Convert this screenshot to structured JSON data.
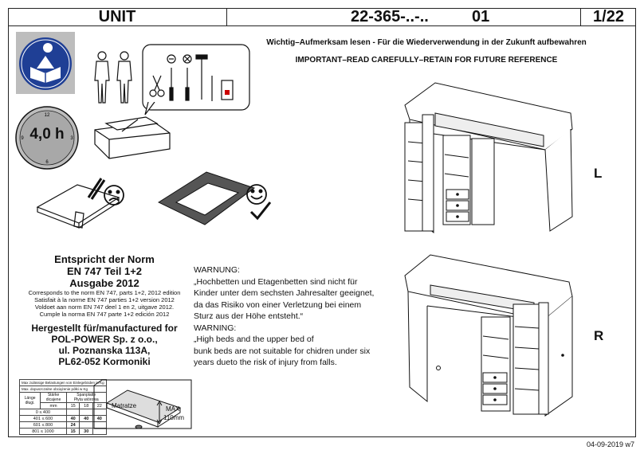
{
  "header": {
    "unit_label": "UNIT",
    "code": "22-365-..-..",
    "code_num": "01",
    "page": "1/22"
  },
  "notice": {
    "de": "Wichtig–Aufmerksam lesen - Für die Wiederverwendung in der Zukunft aufbewahren",
    "en": "IMPORTANT–READ CAREFULLY–RETAIN FOR FUTURE REFERENCE"
  },
  "assembly": {
    "time": "4,0 h",
    "clock_numbers": [
      "12",
      "3",
      "6",
      "9"
    ]
  },
  "norm": {
    "title_lines": [
      "Entspricht der Norm",
      "EN 747 Teil 1+2",
      "Ausgabe 2012"
    ],
    "small_lines": [
      "Corresponds to the norm EN 747, parts 1+2, 2012 edition",
      "Satisfait à la norme EN 747 parties 1+2 version 2012",
      "Voldoet aan norm EN 747 deel 1 en 2, uitgave 2012.",
      "Cumple la norma EN 747 parte 1+2 edición 2012"
    ]
  },
  "manufacturer": {
    "lines": [
      "Hergestellt für/manufactured for",
      "POL-POWER Sp. z o.o.,",
      "ul. Poznanska 113A,",
      "PL62-052 Kormoniki"
    ]
  },
  "warning": {
    "de_heading": "WARNUNG:",
    "de_lines": [
      "„Hochbetten und Etagenbetten sind nicht für",
      "Kinder unter dem sechsten Jahresalter geeignet,",
      "da das Risiko von einer Verletzung bei einem",
      " Sturz aus der Höhe entsteht.“"
    ],
    "en_heading": "WARNING:",
    "en_lines": [
      "„High beds and the upper bed of",
      "bunk beds are not suitable for chidren under six",
      "years dueto the risk of injury from falls."
    ]
  },
  "load_table": {
    "caption_de": "Max zulässige Belastungen von Einlegeböden in Kg",
    "caption_pl": "Max. dopuszczalne obciążenie półki w Kg",
    "header_left": [
      "Länge",
      "długi."
    ],
    "header_mm": "mm",
    "header_thickness": [
      "Stärke",
      "dicajene"
    ],
    "header_panel": [
      "Spanplatte",
      "Płyta wiórowa"
    ],
    "thicknesses": [
      "15",
      "18",
      "22"
    ],
    "rows": [
      {
        "range": "0 ≤ 400",
        "v": [
          "",
          "",
          ""
        ]
      },
      {
        "range": "401 ≤ 600",
        "v": [
          "40",
          "40",
          "40"
        ]
      },
      {
        "range": "601 ≤ 800",
        "v": [
          "24",
          "",
          ""
        ]
      },
      {
        "range": "801 ≤ 1000",
        "v": [
          "15",
          "30",
          ""
        ]
      }
    ]
  },
  "mattress": {
    "label": "Matratze",
    "max_label": "MAX",
    "max_value": "110mm"
  },
  "variants": [
    "L",
    "R"
  ],
  "footer": {
    "date": "04-09-2019 w7"
  }
}
